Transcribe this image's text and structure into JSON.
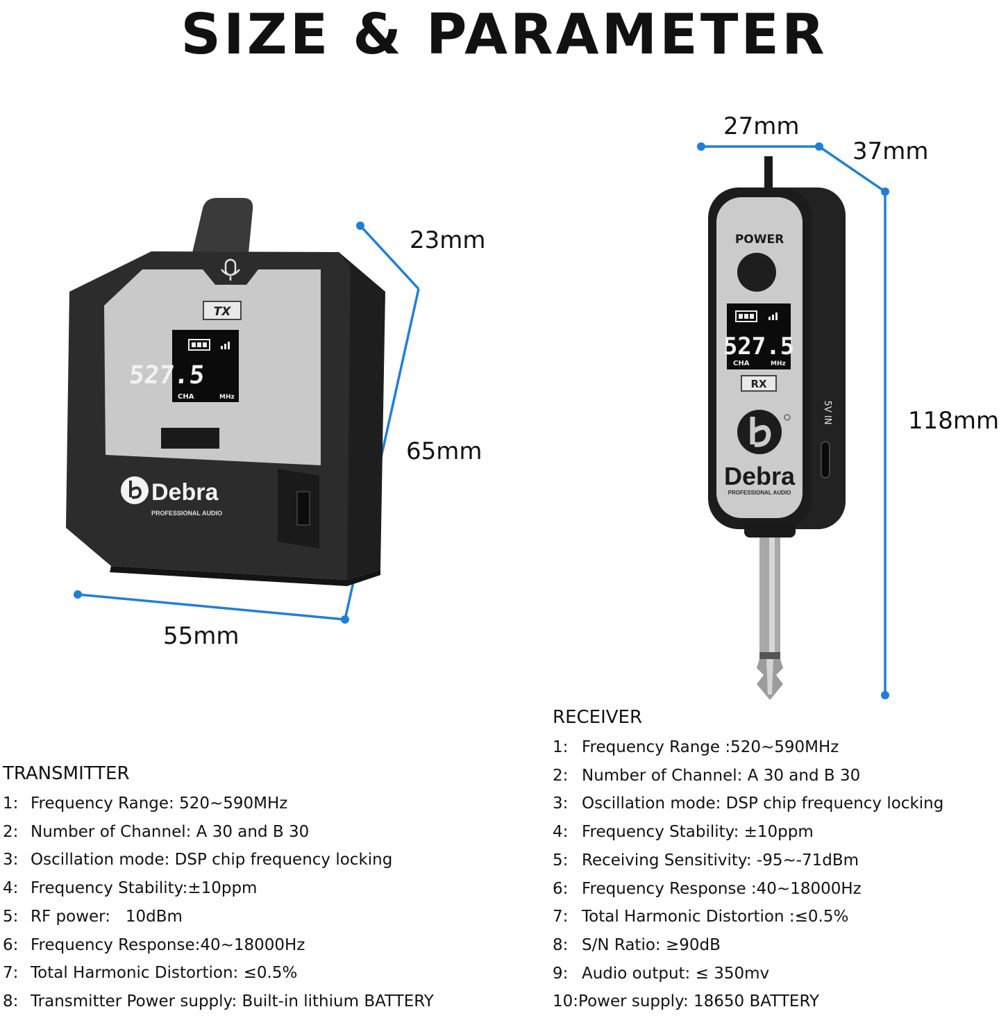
{
  "title": "SIZE & PARAMETER",
  "colors": {
    "dimension_line": "#1f7fd8",
    "device_body": "#2b2b2b",
    "device_panel": "#c9c9c9"
  },
  "transmitter_dims": {
    "width": "55mm",
    "depth": "23mm",
    "height": "65mm"
  },
  "receiver_dims": {
    "width": "27mm",
    "depth": "37mm",
    "height": "118mm"
  },
  "transmitter_device": {
    "mode_label": "TX",
    "display": {
      "channel": "CHA",
      "unit": "MHz",
      "value": "527.5"
    },
    "brand": "Debra",
    "brand_sub": "PROFESSIONAL AUDIO",
    "icon": "microphone-icon"
  },
  "receiver_device": {
    "power_label": "POWER",
    "mode_label": "RX",
    "display": {
      "channel": "CHA",
      "unit": "MHz",
      "value": "527.5"
    },
    "brand": "Debra",
    "brand_sub": "PROFESSIONAL AUDIO",
    "side_label": "5V IN"
  },
  "transmitter": {
    "heading": "TRANSMITTER",
    "specs": [
      {
        "num": "1:",
        "text": "Frequency Range: 520~590MHz"
      },
      {
        "num": "2:",
        "text": "Number of Channel: A 30 and B 30"
      },
      {
        "num": "3:",
        "text": "Oscillation mode: DSP chip frequency locking"
      },
      {
        "num": "4:",
        "text": "Frequency Stability:±10ppm"
      },
      {
        "num": "5:",
        "text": "RF power:   10dBm"
      },
      {
        "num": "6:",
        "text": "Frequency Response:40~18000Hz"
      },
      {
        "num": "7:",
        "text": "Total Harmonic Distortion: ≤0.5%"
      },
      {
        "num": "8:",
        "text": "Transmitter Power supply: Built-in lithium BATTERY"
      }
    ]
  },
  "receiver": {
    "heading": "RECEIVER",
    "specs": [
      {
        "num": "1:",
        "text": "Frequency Range :520~590MHz"
      },
      {
        "num": "2:",
        "text": "Number of Channel: A 30 and B 30"
      },
      {
        "num": "3:",
        "text": "Oscillation mode: DSP chip frequency locking"
      },
      {
        "num": "4:",
        "text": "Frequency Stability: ±10ppm"
      },
      {
        "num": "5:",
        "text": "Receiving Sensitivity: -95~-71dBm"
      },
      {
        "num": "6:",
        "text": "Frequency Response :40~18000Hz"
      },
      {
        "num": "7:",
        "text": "Total Harmonic Distortion :≤0.5%"
      },
      {
        "num": "8:",
        "text": "S/N Ratio: ≥90dB"
      },
      {
        "num": "9:",
        "text": "Audio output: ≤ 350mv"
      },
      {
        "num": "10:",
        "text": "Power supply: 18650 BATTERY"
      }
    ]
  }
}
